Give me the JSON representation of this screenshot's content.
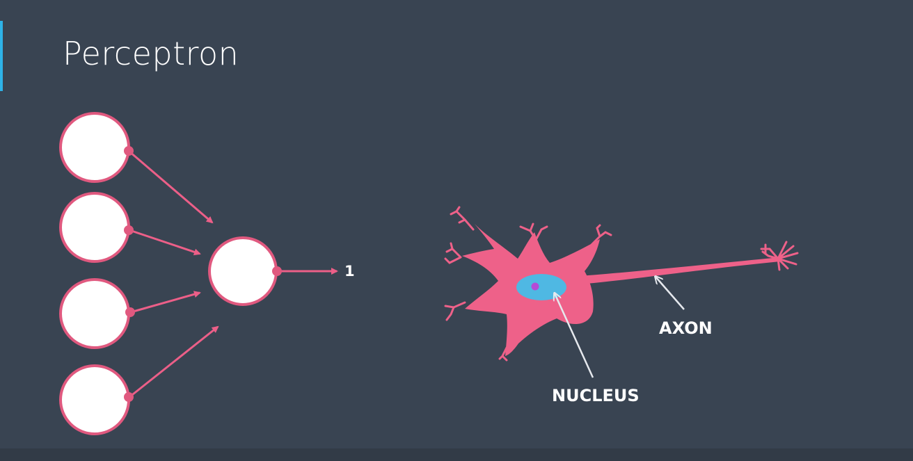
{
  "slide": {
    "title": "Perceptron",
    "accent_color": "#2eb3e8",
    "background_color": "#394452"
  },
  "perceptron": {
    "input_node_count": 4,
    "output_label": "1",
    "node_fill": "#ffffff",
    "node_stroke": "#e0597f",
    "arrow_color": "#ec5f88"
  },
  "neuron": {
    "body_color": "#ee6189",
    "nucleus_color": "#4fb8e3",
    "nucleolus_color": "#b44bd6",
    "nucleus_label": "NUCLEUS",
    "axon_label": "AXON",
    "pointer_color": "#e6e9ee"
  }
}
